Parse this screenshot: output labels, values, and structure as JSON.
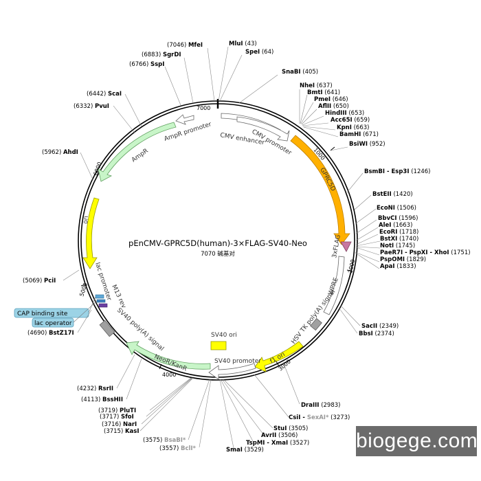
{
  "plasmid": {
    "name": "pEnCMV-GPRC5D(human)-3×FLAG-SV40-Neo",
    "size_label": "7070 碱基对",
    "length": 7070
  },
  "ticks": [
    {
      "pos": 1000,
      "label": "1000"
    },
    {
      "pos": 2000,
      "label": "2000"
    },
    {
      "pos": 3000,
      "label": "3000"
    },
    {
      "pos": 4000,
      "label": "4000"
    },
    {
      "pos": 5000,
      "label": "5000"
    },
    {
      "pos": 6000,
      "label": "6000"
    },
    {
      "pos": 7000,
      "label": "7000"
    }
  ],
  "features": [
    {
      "name": "CMV enhancer",
      "color": "#ffffff"
    },
    {
      "name": "CMV promoter",
      "color": "#ffffff"
    },
    {
      "name": "GPRC5D",
      "color": "#ffb000"
    },
    {
      "name": "3xFLAG",
      "color": "#c878a0"
    },
    {
      "name": "WPRE",
      "color": "#ffffff"
    },
    {
      "name": "HSV TK poly(A) signal",
      "color": "#a0a0a0"
    },
    {
      "name": "f1 ori",
      "color": "#ffff00"
    },
    {
      "name": "SV40 promoter",
      "color": "#ffffff"
    },
    {
      "name": "SV40 ori",
      "color": "#ffff00"
    },
    {
      "name": "NeoR/KanR",
      "color": "#c8f5c8"
    },
    {
      "name": "SV40 poly(A) signal",
      "color": "#a0a0a0"
    },
    {
      "name": "M13 rev",
      "color": "#ffffff"
    },
    {
      "name": "lac promoter",
      "color": "#ffffff"
    },
    {
      "name": "ori",
      "color": "#ffff00"
    },
    {
      "name": "AmpR",
      "color": "#c8f5c8"
    },
    {
      "name": "AmpR promoter",
      "color": "#ffffff"
    }
  ],
  "boxes": [
    {
      "name": "CAP binding site",
      "color": "#9cd3e6"
    },
    {
      "name": "lac operator",
      "color": "#9cd3e6"
    }
  ],
  "sites": [
    {
      "name": "MfeI",
      "pos": "(7046)",
      "side": "left",
      "gray": false
    },
    {
      "name": "MluI",
      "pos": "(43)",
      "side": "right",
      "gray": false
    },
    {
      "name": "SpeI",
      "pos": "(64)",
      "side": "right",
      "gray": false
    },
    {
      "name": "SgrDI",
      "pos": "(6883)",
      "side": "left",
      "gray": false
    },
    {
      "name": "SspI",
      "pos": "(6766)",
      "side": "left",
      "gray": false
    },
    {
      "name": "SnaBI",
      "pos": "(405)",
      "side": "right",
      "gray": false
    },
    {
      "name": "NheI",
      "pos": "(637)",
      "side": "right",
      "gray": false
    },
    {
      "name": "BmtI",
      "pos": "(641)",
      "side": "right",
      "gray": false
    },
    {
      "name": "PmeI",
      "pos": "(646)",
      "side": "right",
      "gray": false
    },
    {
      "name": "AflII",
      "pos": "(650)",
      "side": "right",
      "gray": false
    },
    {
      "name": "HindIII",
      "pos": "(653)",
      "side": "right",
      "gray": false
    },
    {
      "name": "Acc65I",
      "pos": "(659)",
      "side": "right",
      "gray": false
    },
    {
      "name": "KpnI",
      "pos": "(663)",
      "side": "right",
      "gray": false
    },
    {
      "name": "BamHI",
      "pos": "(671)",
      "side": "right",
      "gray": false
    },
    {
      "name": "BsiWI",
      "pos": "(952)",
      "side": "right",
      "gray": false
    },
    {
      "name": "BsmBI - Esp3I",
      "pos": "(1246)",
      "side": "right",
      "gray": false
    },
    {
      "name": "BstEII",
      "pos": "(1420)",
      "side": "right",
      "gray": false
    },
    {
      "name": "EcoNI",
      "pos": "(1506)",
      "side": "right",
      "gray": false
    },
    {
      "name": "BbvCI",
      "pos": "(1596)",
      "side": "right",
      "gray": false
    },
    {
      "name": "AleI",
      "pos": "(1663)",
      "side": "right",
      "gray": false
    },
    {
      "name": "EcoRI",
      "pos": "(1718)",
      "side": "right",
      "gray": false
    },
    {
      "name": "BstXI",
      "pos": "(1740)",
      "side": "right",
      "gray": false
    },
    {
      "name": "NotI",
      "pos": "(1745)",
      "side": "right",
      "gray": false
    },
    {
      "name": "PaeR7I - PspXI - XhoI",
      "pos": "(1751)",
      "side": "right",
      "gray": false
    },
    {
      "name": "PspOMI",
      "pos": "(1829)",
      "side": "right",
      "gray": false
    },
    {
      "name": "ApaI",
      "pos": "(1833)",
      "side": "right",
      "gray": false
    },
    {
      "name": "SacII",
      "pos": "(2349)",
      "side": "right",
      "gray": false
    },
    {
      "name": "BbsI",
      "pos": "(2374)",
      "side": "right",
      "gray": false
    },
    {
      "name": "DraIII",
      "pos": "(2983)",
      "side": "right",
      "gray": false
    },
    {
      "name": "CsiI - SexAI*",
      "pos": "(3273)",
      "side": "right",
      "gray": false,
      "split": [
        "CsiI - ",
        "SexAI*"
      ]
    },
    {
      "name": "StuI",
      "pos": "(3505)",
      "side": "right",
      "gray": false
    },
    {
      "name": "AvrII",
      "pos": "(3506)",
      "side": "right",
      "gray": false
    },
    {
      "name": "TspMI - XmaI",
      "pos": "(3527)",
      "side": "right",
      "gray": false
    },
    {
      "name": "SmaI",
      "pos": "(3529)",
      "side": "right",
      "gray": false
    },
    {
      "name": "PciI",
      "pos": "(5069)",
      "side": "left",
      "gray": false
    },
    {
      "name": "BstZ17I",
      "pos": "(4690)",
      "side": "left",
      "gray": false
    },
    {
      "name": "RsrII",
      "pos": "(4232)",
      "side": "left",
      "gray": false
    },
    {
      "name": "BssHII",
      "pos": "(4113)",
      "side": "left",
      "gray": false
    },
    {
      "name": "PluTI",
      "pos": "(3719)",
      "side": "left",
      "gray": false
    },
    {
      "name": "SfoI",
      "pos": "(3717)",
      "side": "left",
      "gray": false
    },
    {
      "name": "NarI",
      "pos": "(3716)",
      "side": "left",
      "gray": false
    },
    {
      "name": "KasI",
      "pos": "(3715)",
      "side": "left",
      "gray": false
    },
    {
      "name": "BsaBI*",
      "pos": "(3575)",
      "side": "left",
      "gray": true
    },
    {
      "name": "BclI*",
      "pos": "(3557)",
      "side": "left",
      "gray": true
    },
    {
      "name": "AhdI",
      "pos": "(5962)",
      "side": "left",
      "gray": false
    },
    {
      "name": "PvuI",
      "pos": "(6332)",
      "side": "left",
      "gray": false
    },
    {
      "name": "ScaI",
      "pos": "(6442)",
      "side": "left",
      "gray": false
    }
  ],
  "watermark": "biogege.com"
}
